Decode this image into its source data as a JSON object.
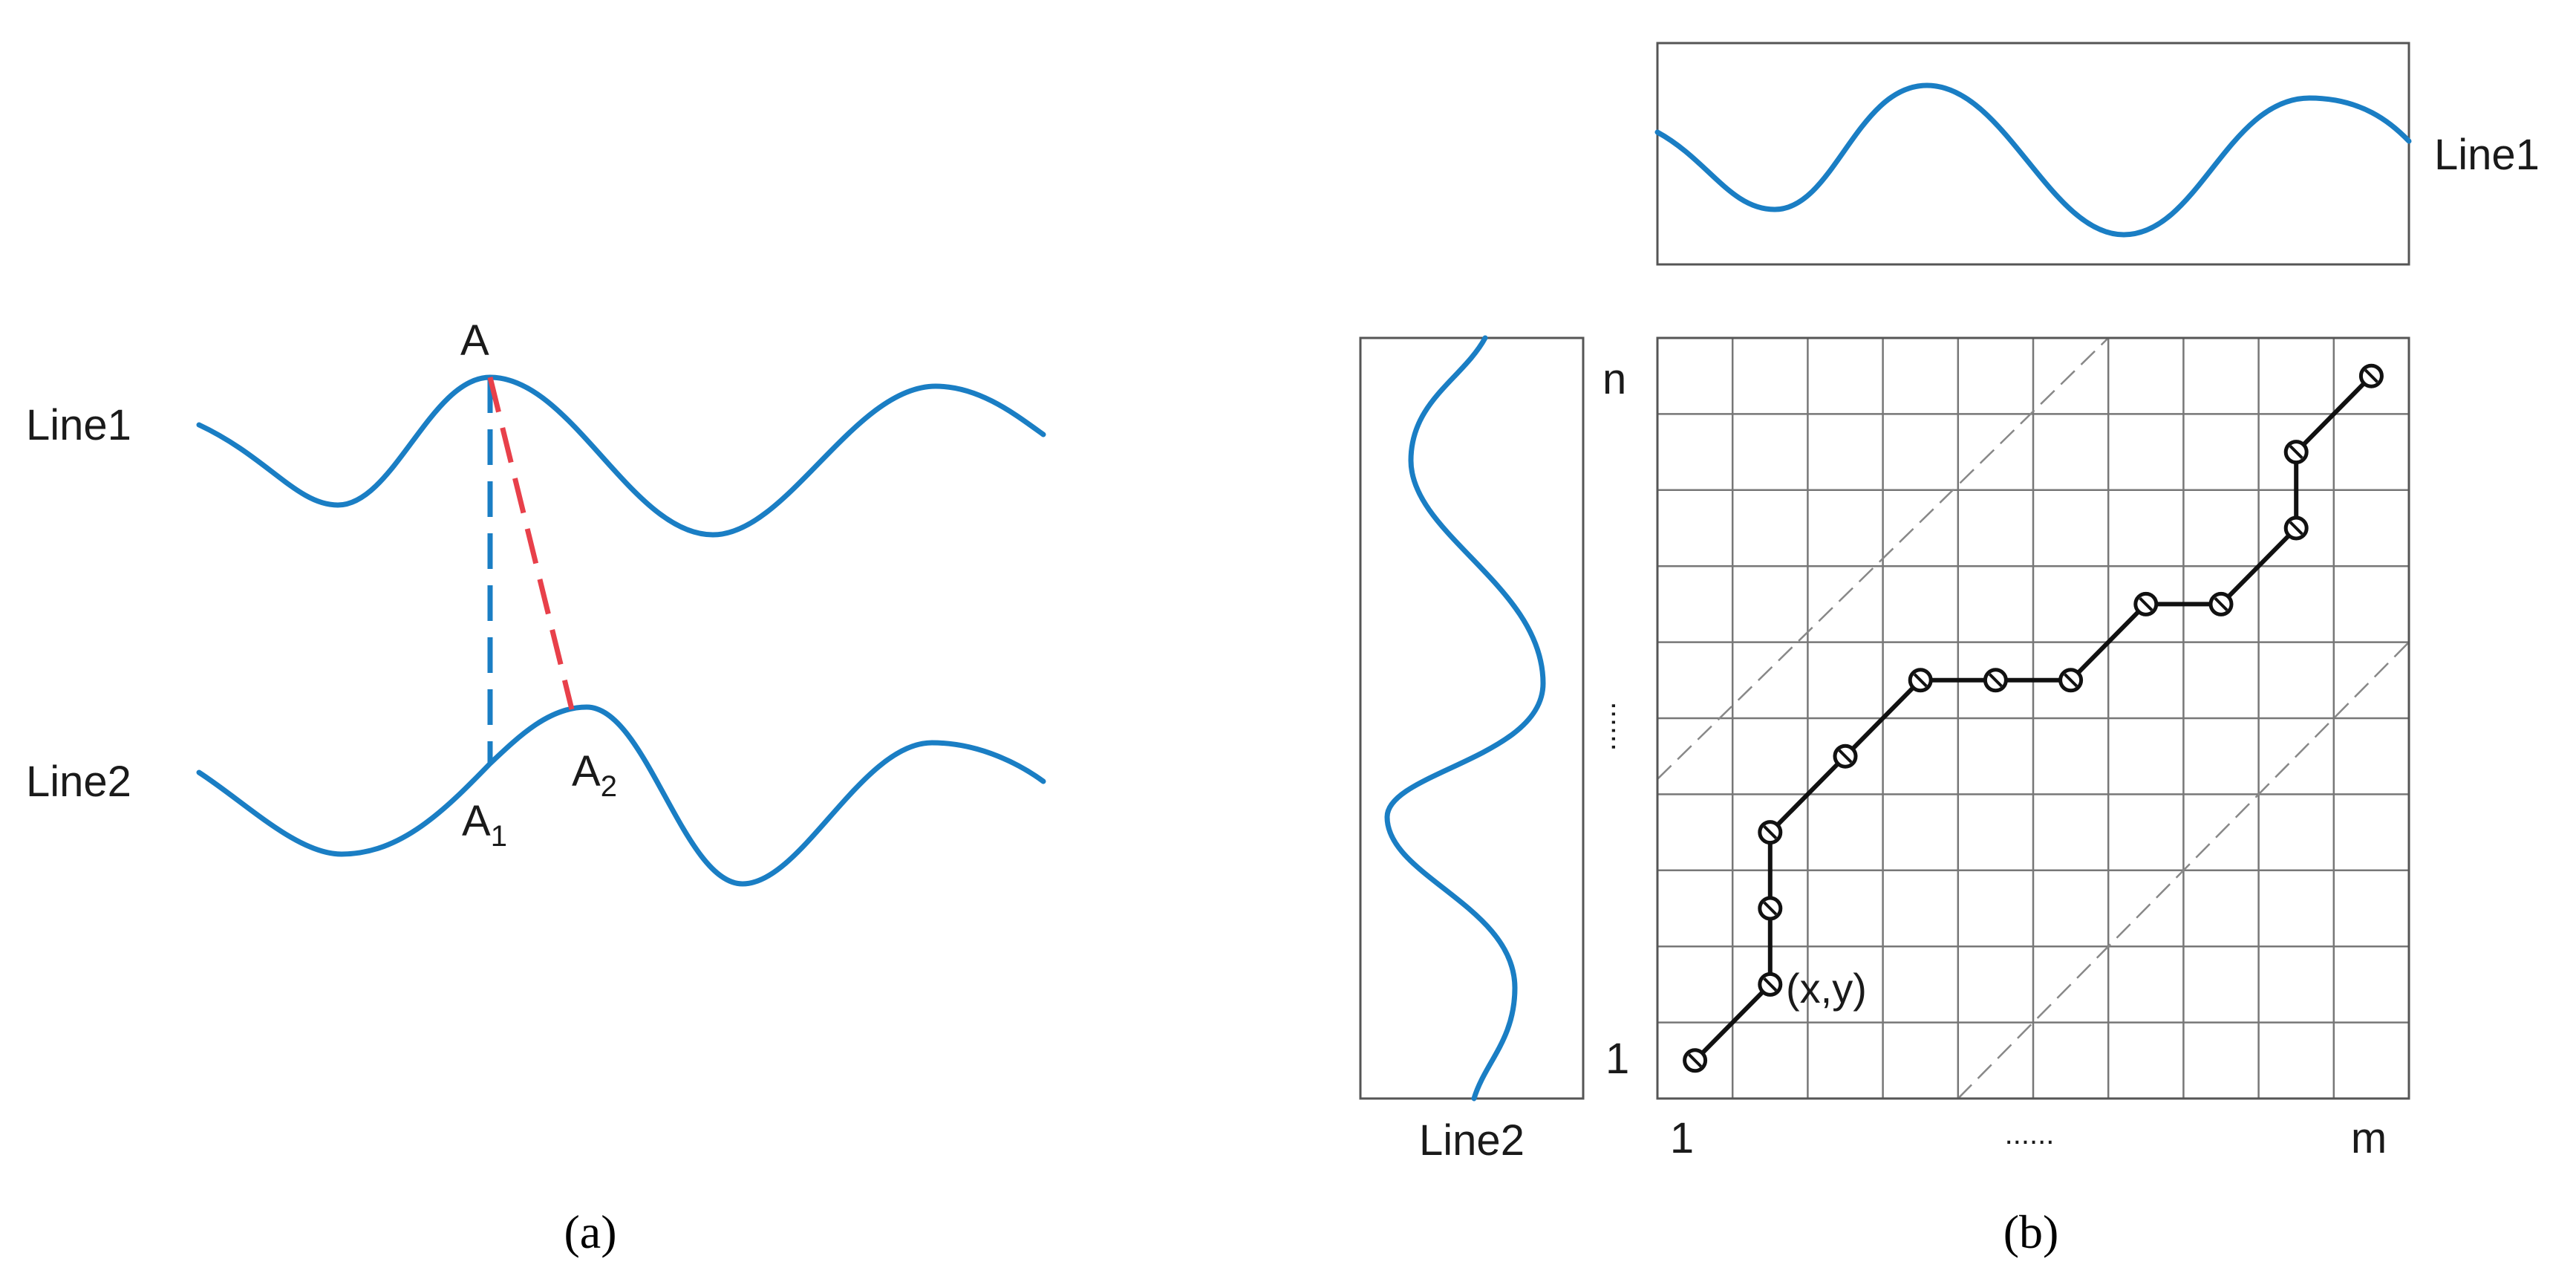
{
  "colors": {
    "wave": "#1a7ec4",
    "euclid": "#1a7ec4",
    "dtw": "#e8404a",
    "grid": "#777777",
    "band": "#888888",
    "path": "#111111"
  },
  "panel_a": {
    "caption": "(a)",
    "line1_label": "Line1",
    "line2_label": "Line2",
    "point_a": "A",
    "point_a1_main": "A",
    "point_a1_sub": "1",
    "point_a2_main": "A",
    "point_a2_sub": "2"
  },
  "panel_b": {
    "caption": "(b)",
    "line1_label": "Line1",
    "line2_label": "Line2",
    "y_axis_top": "n",
    "y_axis_ellipsis": "......",
    "y_axis_bottom": "1",
    "x_axis_left": "1",
    "x_axis_ellipsis": "......",
    "x_axis_right": "m",
    "point_label": "(x,y)",
    "grid": {
      "columns": 10,
      "rows": 10
    },
    "warping_path": [
      [
        0.5,
        0.5
      ],
      [
        1.5,
        1.5
      ],
      [
        1.5,
        2.5
      ],
      [
        1.5,
        3.5
      ],
      [
        2.5,
        4.5
      ],
      [
        3.5,
        5.5
      ],
      [
        4.5,
        5.5
      ],
      [
        5.5,
        5.5
      ],
      [
        6.5,
        6.5
      ],
      [
        7.5,
        6.5
      ],
      [
        8.5,
        7.5
      ],
      [
        8.5,
        8.5
      ],
      [
        9.5,
        9.5
      ]
    ]
  }
}
